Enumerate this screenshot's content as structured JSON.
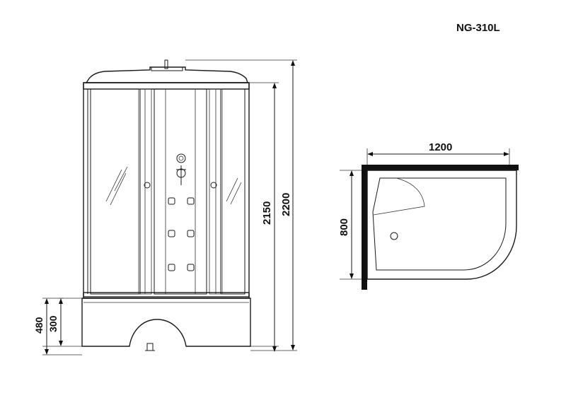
{
  "model": "NG-310L",
  "front_view": {
    "dimensions": {
      "total_height": "2200",
      "cabin_height": "2150",
      "tray_height": "480",
      "step_height": "300"
    }
  },
  "top_view": {
    "dimensions": {
      "width": "1200",
      "depth": "800"
    }
  }
}
